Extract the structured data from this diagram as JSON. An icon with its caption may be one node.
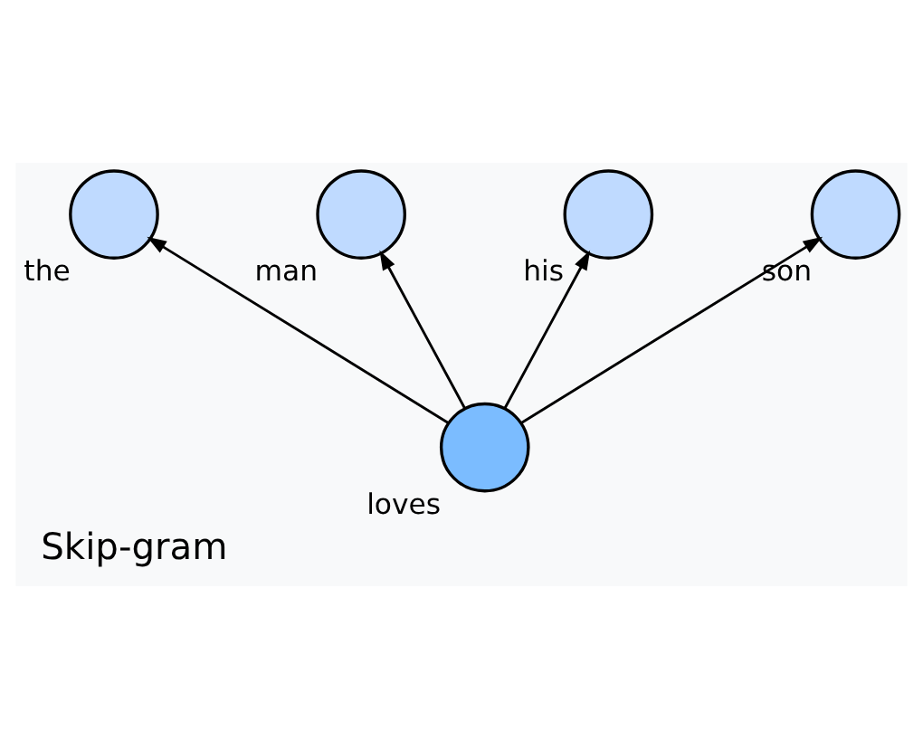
{
  "diagram": {
    "caption": "Skip-gram",
    "nodes": [
      {
        "text": [
          "the"
        ]
      },
      {
        "text": [
          "man"
        ]
      },
      {
        "text": [
          "his"
        ]
      },
      {
        "text": [
          "son"
        ]
      },
      {
        "text": [
          "loves"
        ]
      }
    ],
    "edges": [
      {
        "from": 4,
        "to": 0,
        "arrow": "to"
      },
      {
        "from": 4,
        "to": 1,
        "arrow": "to"
      },
      {
        "from": 4,
        "to": 2,
        "arrow": "to"
      },
      {
        "from": 4,
        "to": 3,
        "arrow": "to"
      }
    ]
  }
}
